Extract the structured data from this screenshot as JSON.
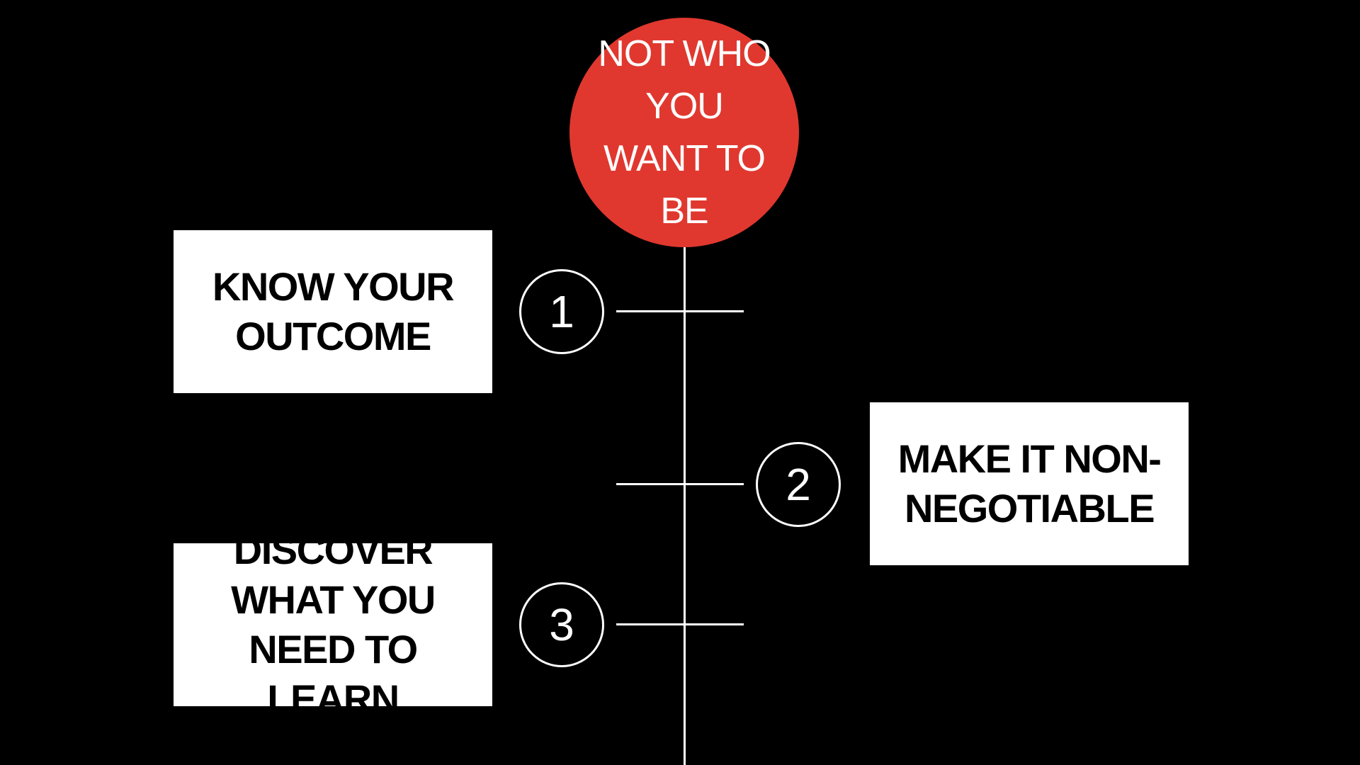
{
  "hub": {
    "label": "NOT WHO YOU WANT TO BE",
    "color": "#e0382f"
  },
  "steps": [
    {
      "number": "1",
      "label": "KNOW YOUR OUTCOME"
    },
    {
      "number": "2",
      "label": "MAKE IT NON-NEGOTIABLE"
    },
    {
      "number": "3",
      "label": "DISCOVER WHAT YOU NEED TO LEARN"
    }
  ]
}
